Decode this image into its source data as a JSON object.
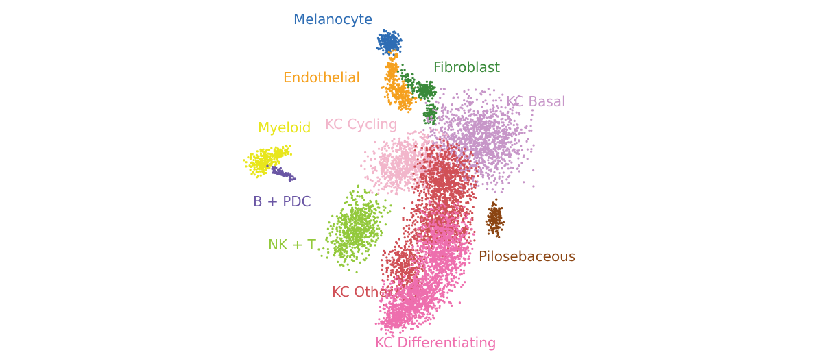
{
  "chart_data": {
    "type": "scatter",
    "title": "",
    "xlabel": "",
    "ylabel": "",
    "grid": false,
    "legend": "none",
    "clusters": [
      {
        "name": "Melanocyte",
        "color": "#2e6db4"
      },
      {
        "name": "Endothelial",
        "color": "#f5a01e"
      },
      {
        "name": "Fibroblast",
        "color": "#3a8a3a"
      },
      {
        "name": "KC Basal",
        "color": "#c796c8"
      },
      {
        "name": "KC Cycling",
        "color": "#f2b6cb"
      },
      {
        "name": "Myeloid",
        "color": "#e8e61c"
      },
      {
        "name": "B + PDC",
        "color": "#6a56a4"
      },
      {
        "name": "NK + T",
        "color": "#93c93c"
      },
      {
        "name": "Pilosebaceous",
        "color": "#8b4513"
      },
      {
        "name": "KC Other",
        "color": "#d05057"
      },
      {
        "name": "KC Differentiating",
        "color": "#ee6fae"
      }
    ]
  }
}
